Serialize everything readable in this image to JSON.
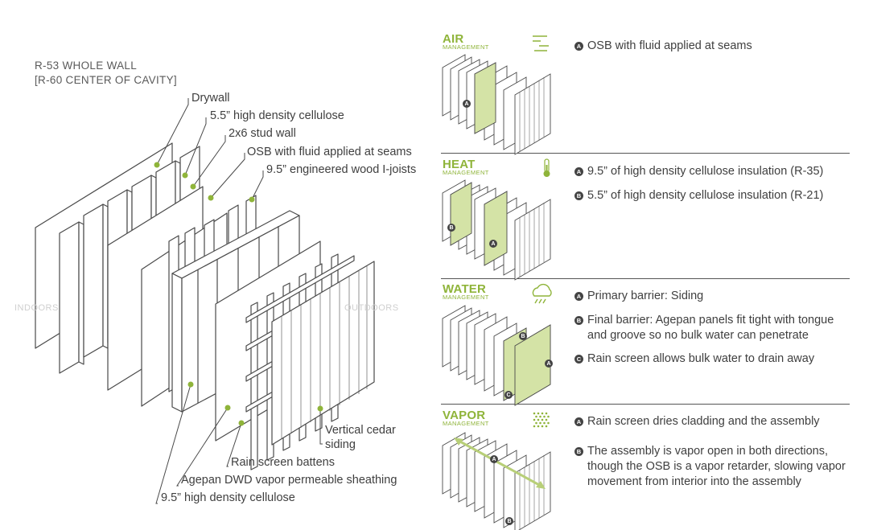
{
  "rating": {
    "line1": "R-53 WHOLE WALL",
    "line2": "[R-60 CENTER OF CAVITY]"
  },
  "side_labels": {
    "indoors": "INDOORS",
    "outdoors": "OUTDOORS"
  },
  "callouts_top": [
    "Drywall",
    "5.5” high density cellulose",
    "2x6 stud wall",
    "OSB with fluid applied at seams",
    "9.5” engineered wood I-joists"
  ],
  "callouts_bottom": [
    "Vertical cedar",
    "siding",
    "Rain screen battens",
    "Agepan DWD vapor permeable sheathing",
    "9.5” high density cellulose"
  ],
  "sections": [
    {
      "title": "AIR",
      "subtitle": "MANAGEMENT",
      "icon": "air-lines-icon",
      "items": [
        {
          "badge": "A",
          "text": "OSB with fluid applied at seams"
        }
      ]
    },
    {
      "title": "HEAT",
      "subtitle": "MANAGEMENT",
      "icon": "thermometer-icon",
      "items": [
        {
          "badge": "A",
          "text": "9.5” of high density cellulose insulation (R-35)"
        },
        {
          "badge": "B",
          "text": "5.5” of high density cellulose insulation (R-21)"
        }
      ]
    },
    {
      "title": "WATER",
      "subtitle": "MANAGEMENT",
      "icon": "rain-cloud-icon",
      "items": [
        {
          "badge": "A",
          "text": "Primary barrier: Siding"
        },
        {
          "badge": "B",
          "text": "Final barrier: Agepan panels fit tight with tongue and groove so no bulk water can penetrate"
        },
        {
          "badge": "C",
          "text": "Rain screen allows bulk water to drain away"
        }
      ]
    },
    {
      "title": "VAPOR",
      "subtitle": "MANAGEMENT",
      "icon": "vapor-dots-icon",
      "items": [
        {
          "badge": "A",
          "text": "Rain screen dries cladding and the assembly"
        },
        {
          "badge": "B",
          "text": "The assembly is vapor open in both directions, though the OSB is a vapor retarder, slowing vapor movement from interior into the assembly"
        }
      ]
    }
  ],
  "colors": {
    "accent": "#8fb43a",
    "accent_fill": "#d4e3a6",
    "line": "#4a4a4a"
  }
}
